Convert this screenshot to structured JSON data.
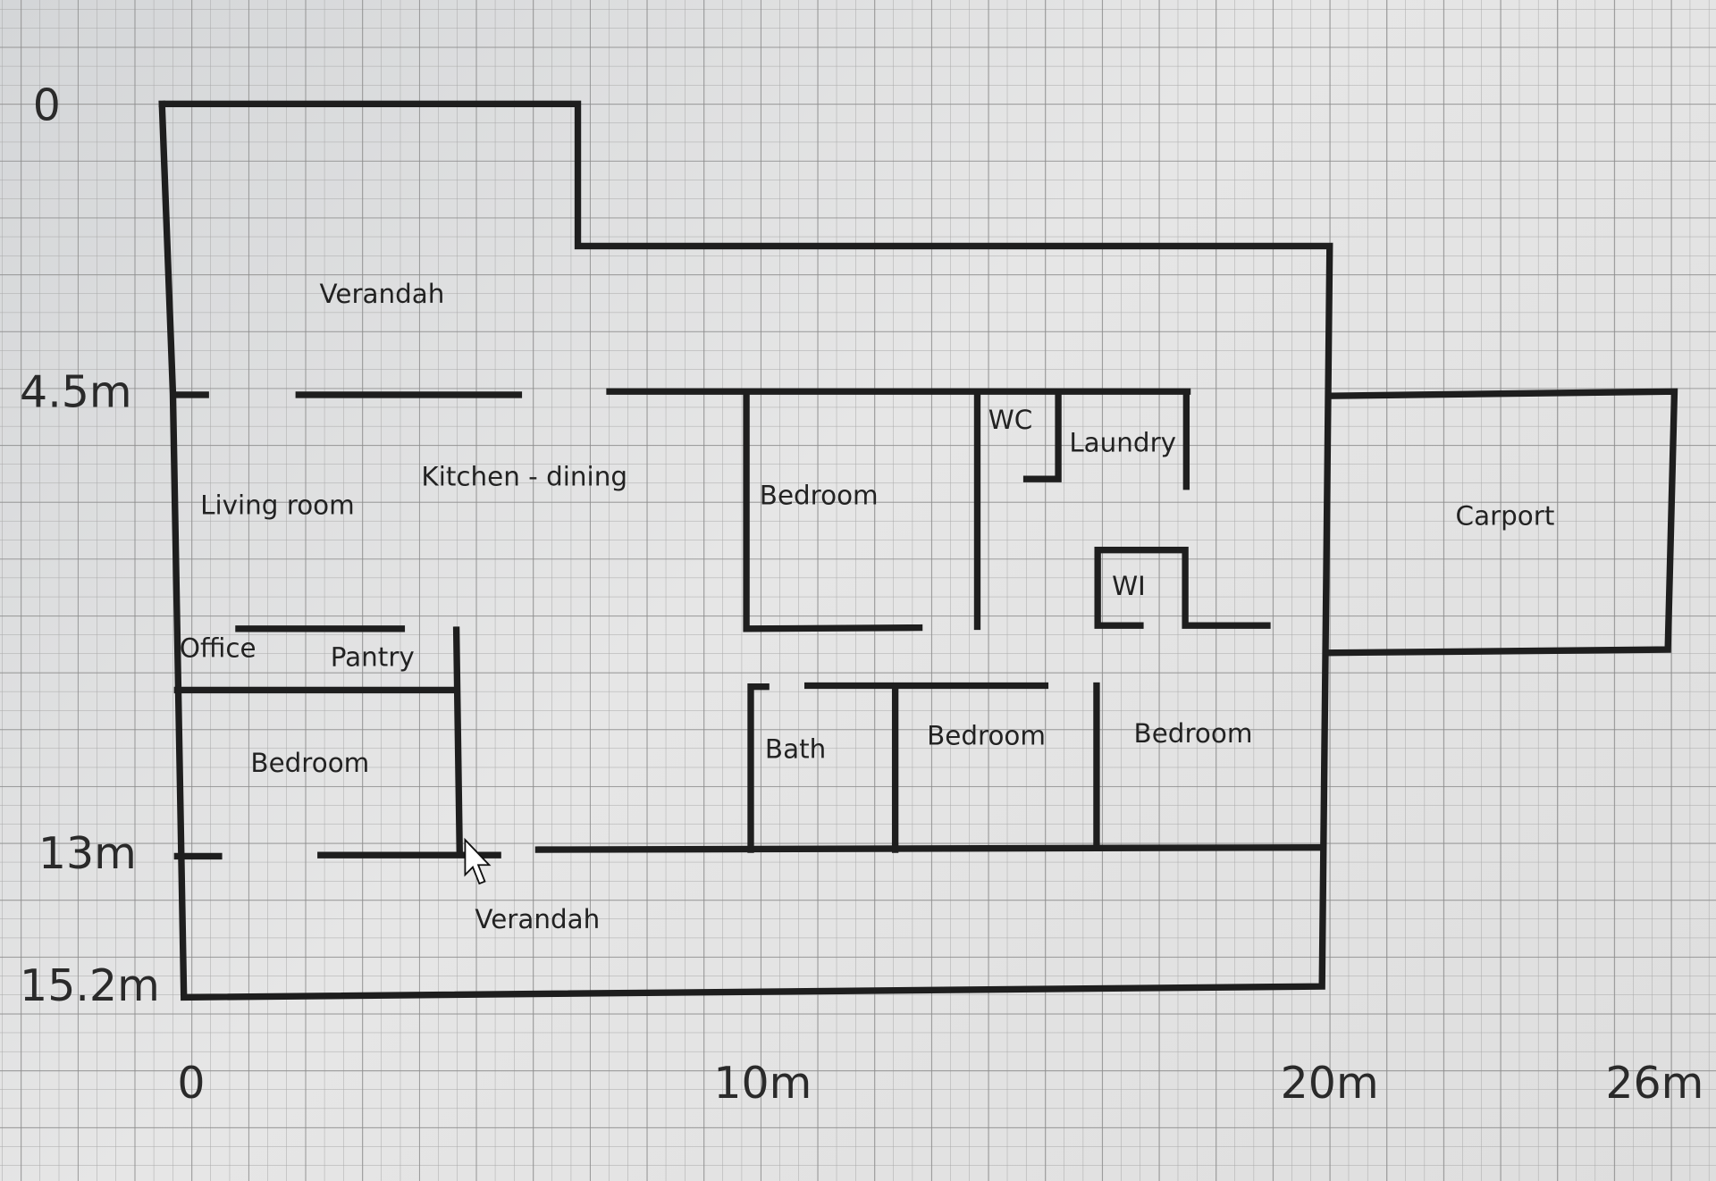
{
  "plan": {
    "rooms": {
      "verandah_top": "Verandah",
      "living": "Living room",
      "kitchen": "Kitchen - dining",
      "bedroom_main": "Bedroom",
      "wc": "WC",
      "laundry": "Laundry",
      "wi": "WI",
      "carport": "Carport",
      "office": "Office",
      "pantry": "Pantry",
      "bedroom_left": "Bedroom",
      "bath": "Bath",
      "bedroom_mid": "Bedroom",
      "bedroom_right": "Bedroom",
      "verandah_bottom": "Verandah"
    },
    "y_axis": [
      "0",
      "4.5m",
      "13m",
      "15.2m"
    ],
    "x_axis": [
      "0",
      "10m",
      "20m",
      "26m"
    ]
  },
  "colors": {
    "wall": "#1e1e1e",
    "grid": "#9a9a9a",
    "background": "#e0e0e0"
  }
}
